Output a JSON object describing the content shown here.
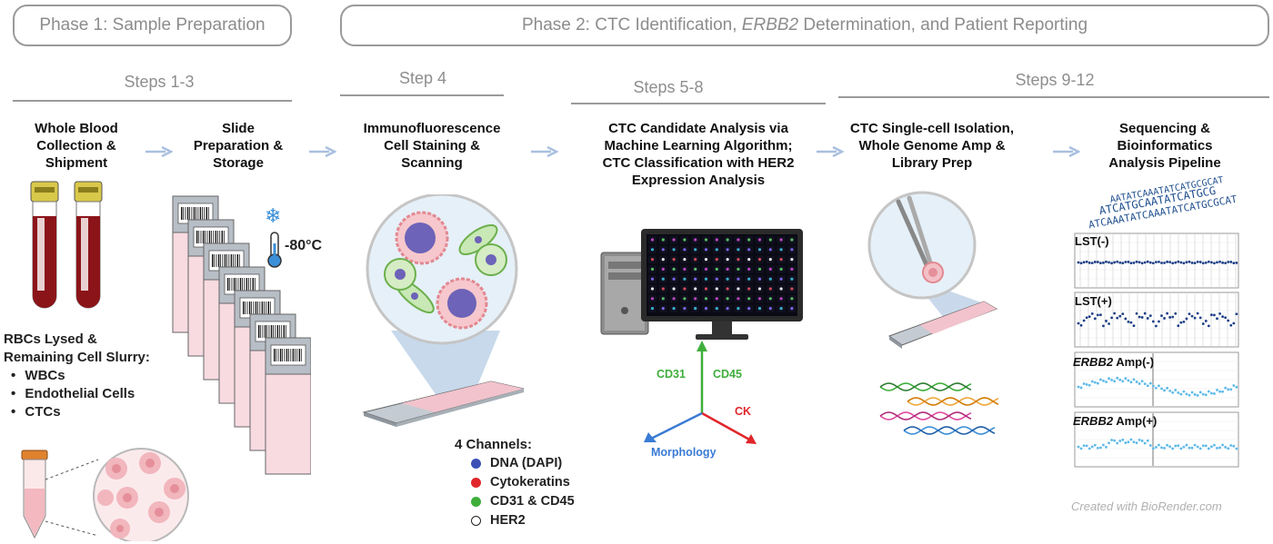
{
  "phases": [
    {
      "label": "Phase 1:  Sample Preparation"
    },
    {
      "label_pre": "Phase 2:  CTC Identification, ",
      "label_em": "ERBB2",
      "label_post": " Determination, and Patient Reporting"
    }
  ],
  "steps": [
    "Steps 1-3",
    "Step 4",
    "Steps 5-8",
    "Steps 9-12"
  ],
  "stages": [
    {
      "line1": "Whole Blood",
      "line2": "Collection &",
      "line3": "Shipment"
    },
    {
      "line1": "Slide",
      "line2": "Preparation &",
      "line3": "Storage"
    },
    {
      "line1": "Immunofluorescence",
      "line2": "Cell Staining &",
      "line3": "Scanning"
    },
    {
      "line1": "CTC Candidate Analysis via",
      "line2": "Machine Learning Algorithm;",
      "line3": "CTC Classification with HER2",
      "line4": "Expression Analysis"
    },
    {
      "line1": "CTC Single-cell Isolation,",
      "line2": "Whole Genome Amp &",
      "line3": "Library Prep"
    },
    {
      "line1": "Sequencing &",
      "line2": "Bioinformatics",
      "line3": "Analysis Pipeline"
    }
  ],
  "storage_temp": "-80°C",
  "rbc": {
    "line1": "RBCs Lysed &",
    "line2": "Remaining Cell Slurry:",
    "items": [
      "WBCs",
      "Endothelial Cells",
      "CTCs"
    ]
  },
  "channels": {
    "title": "4 Channels:",
    "items": [
      {
        "label": "DNA (DAPI)",
        "color": "#3b4fb5"
      },
      {
        "label": "Cytokeratins",
        "color": "#e0262b"
      },
      {
        "label": "CD31 & CD45",
        "color": "#3fae3b"
      },
      {
        "label": "HER2",
        "color": "#ffffff"
      }
    ]
  },
  "axes": {
    "cd31": "CD31",
    "cd45": "CD45",
    "ck": "CK",
    "morphology": "Morphology"
  },
  "sequences": [
    "AATATCAAATATCATGCGCAT",
    "ATCATGCAATATCATGCG",
    "ATCAAATATCAAATATCATGCGCAT"
  ],
  "panels": [
    {
      "label": "LST(-)"
    },
    {
      "label": "LST(+)"
    },
    {
      "em": "ERBB2",
      "label": "Amp(-)"
    },
    {
      "em": "ERBB2",
      "label": "Amp(+)"
    }
  ],
  "credit": "Created with BioRender.com",
  "colors": {
    "arrow": "#a9bfe0",
    "gray": "#9a9a9a",
    "blood": "#8b1419",
    "slide_pink": "#f4cdd5",
    "green_axis": "#3fae3b",
    "red_axis": "#e0262b",
    "blue_axis": "#3a7bd5"
  }
}
